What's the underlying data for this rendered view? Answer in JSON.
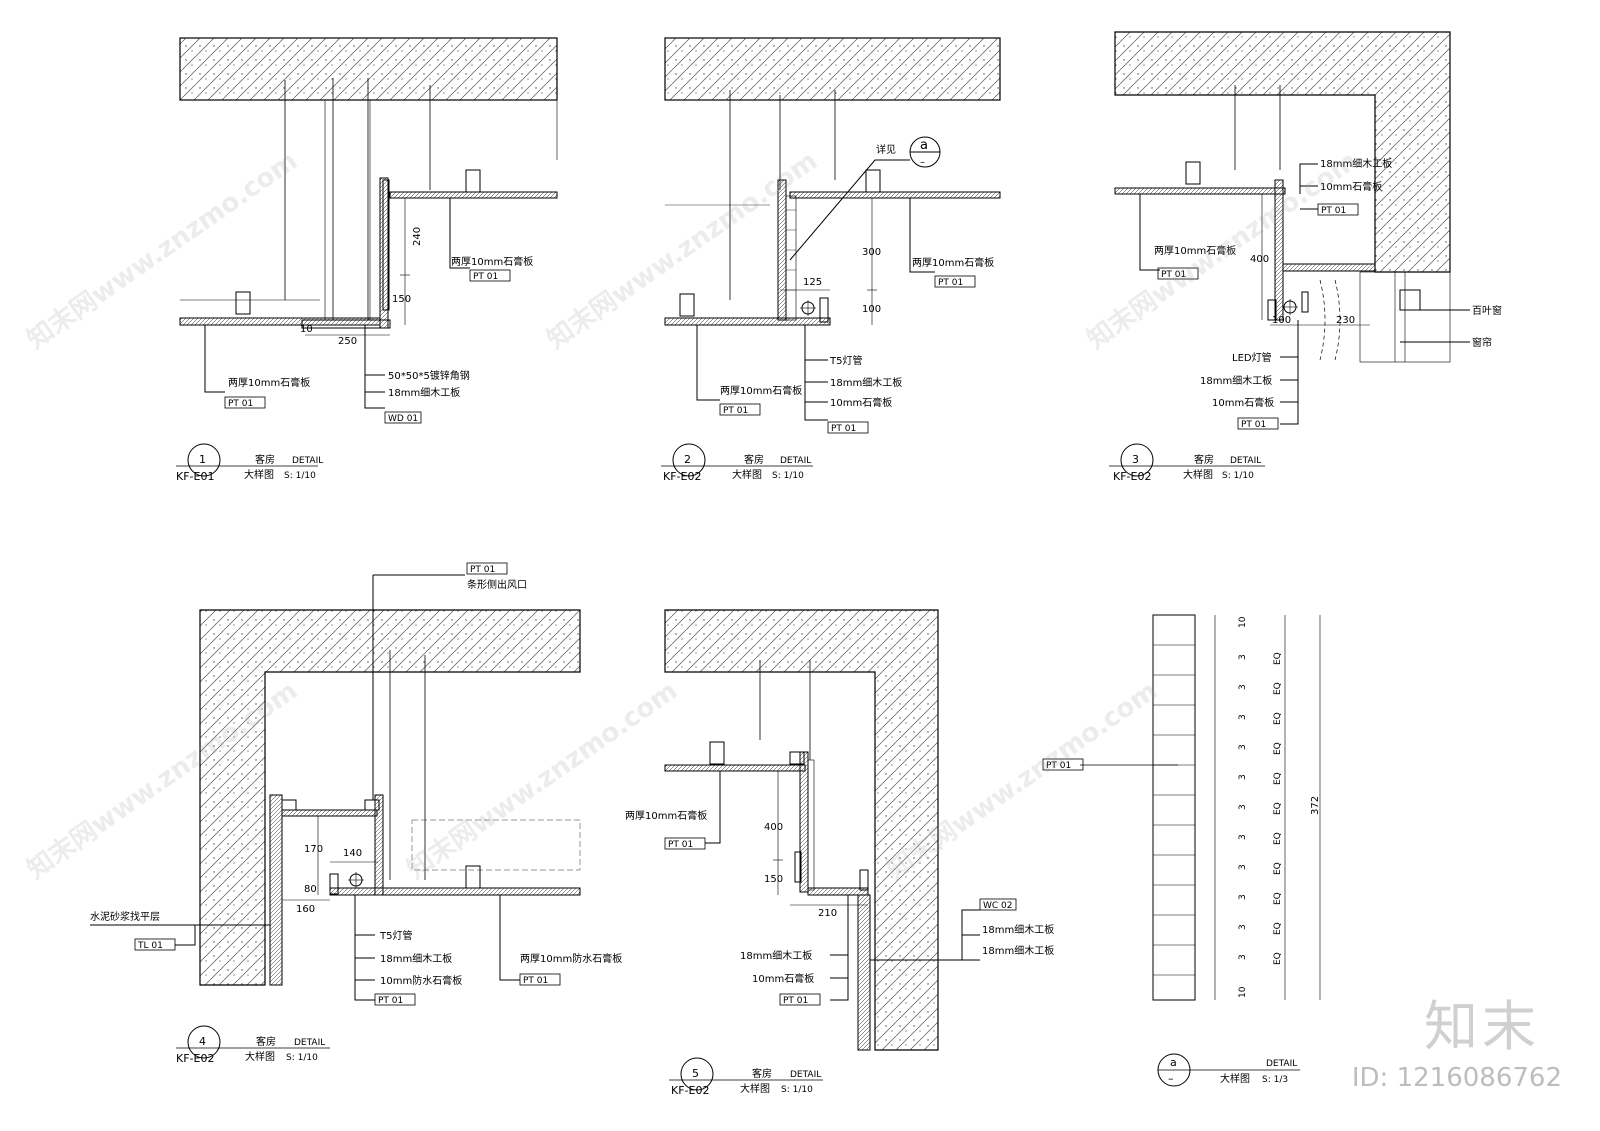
{
  "labels": {
    "gypsum_double_10": "两厚10mm石膏板",
    "gypsum_10": "10mm石膏板",
    "gypsum_waterproof_double_10": "两厚10mm防水石膏板",
    "gypsum_waterproof_10": "10mm防水石膏板",
    "angle_steel": "50*50*5镀锌角钢",
    "wood_board_18": "18mm细木工板",
    "t5_lamp": "T5灯管",
    "led_lamp": "LED灯管",
    "see_detail": "详见",
    "blind_window": "百叶窗",
    "curtain": "窗帘",
    "slot_vent": "条形侧出风口",
    "cement_mortar": "水泥砂浆找平层"
  },
  "tags": {
    "pt01": "PT 01",
    "wd01": "WD 01",
    "tl01": "TL 01",
    "wc02": "WC 02"
  },
  "dims": {
    "d10": "10",
    "d240": "240",
    "d150": "150",
    "d250": "250",
    "d300": "300",
    "d125": "125",
    "d100": "100",
    "d400": "400",
    "d160": "160",
    "d140": "140",
    "d170": "170",
    "d80": "80",
    "d210": "210",
    "d230": "230",
    "d3": "3",
    "eq": "EQ",
    "d372": "372"
  },
  "titles": {
    "t1": {
      "num": "1",
      "code": "KF-E01",
      "room": "客房",
      "detail": "DETAIL",
      "type": "大样图",
      "scale": "S: 1/10"
    },
    "t2": {
      "num": "2",
      "code": "KF-E02",
      "room": "客房",
      "detail": "DETAIL",
      "type": "大样图",
      "scale": "S: 1/10"
    },
    "t3": {
      "num": "3",
      "code": "KF-E02",
      "room": "客房",
      "detail": "DETAIL",
      "type": "大样图",
      "scale": "S: 1/10"
    },
    "t4": {
      "num": "4",
      "code": "KF-E02",
      "room": "客房",
      "detail": "DETAIL",
      "type": "大样图",
      "scale": "S: 1/10"
    },
    "t5": {
      "num": "5",
      "code": "KF-E02",
      "room": "客房",
      "detail": "DETAIL",
      "type": "大样图",
      "scale": "S: 1/10"
    },
    "ta": {
      "num": "a",
      "code": "–",
      "room": "",
      "detail": "DETAIL",
      "type": "大样图",
      "scale": "S: 1/3"
    }
  },
  "callout": {
    "letter": "a",
    "sheet": "–"
  },
  "watermark": {
    "repeat": "知末网www.znzmo.com",
    "brand": "知末",
    "id": "ID: 1216086762"
  },
  "colors": {
    "line": "#000000",
    "paper": "#ffffff",
    "watermark": "#cfcfcf"
  }
}
